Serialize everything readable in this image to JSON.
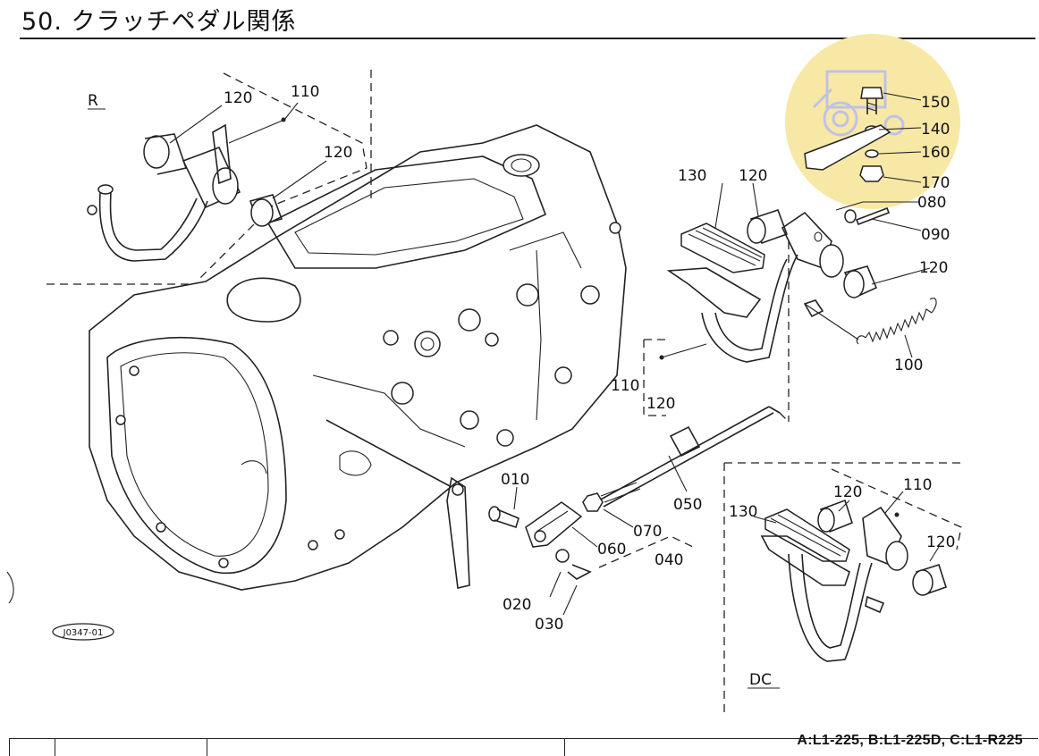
{
  "page": {
    "title": "50. クラッチペダル関係",
    "models": "A:L1-225, B:L1-225D, C:L1-R225",
    "drawing_code": "J0347-01"
  },
  "views": {
    "r_label": "R",
    "dc_label": "DC"
  },
  "callouts": {
    "p010": "010",
    "p020": "020",
    "p030": "030",
    "p040": "040",
    "p050": "050",
    "p060": "060",
    "p070": "070",
    "p080": "080",
    "p090": "090",
    "p100": "100",
    "p110_r": "110",
    "p120_r_top": "120",
    "p120_r_mid": "120",
    "p130_main": "130",
    "p120_main_top": "120",
    "p120_main_right": "120",
    "p110_main": "110",
    "p120_main_bracket": "120",
    "p140": "140",
    "p150": "150",
    "p160": "160",
    "p170": "170",
    "p130_dc": "130",
    "p120_dc_top": "120",
    "p110_dc": "110",
    "p120_dc_right": "120"
  },
  "colors": {
    "highlight": "#f8e8a6",
    "line": "#222222",
    "watermark": "#bfc2e4"
  }
}
